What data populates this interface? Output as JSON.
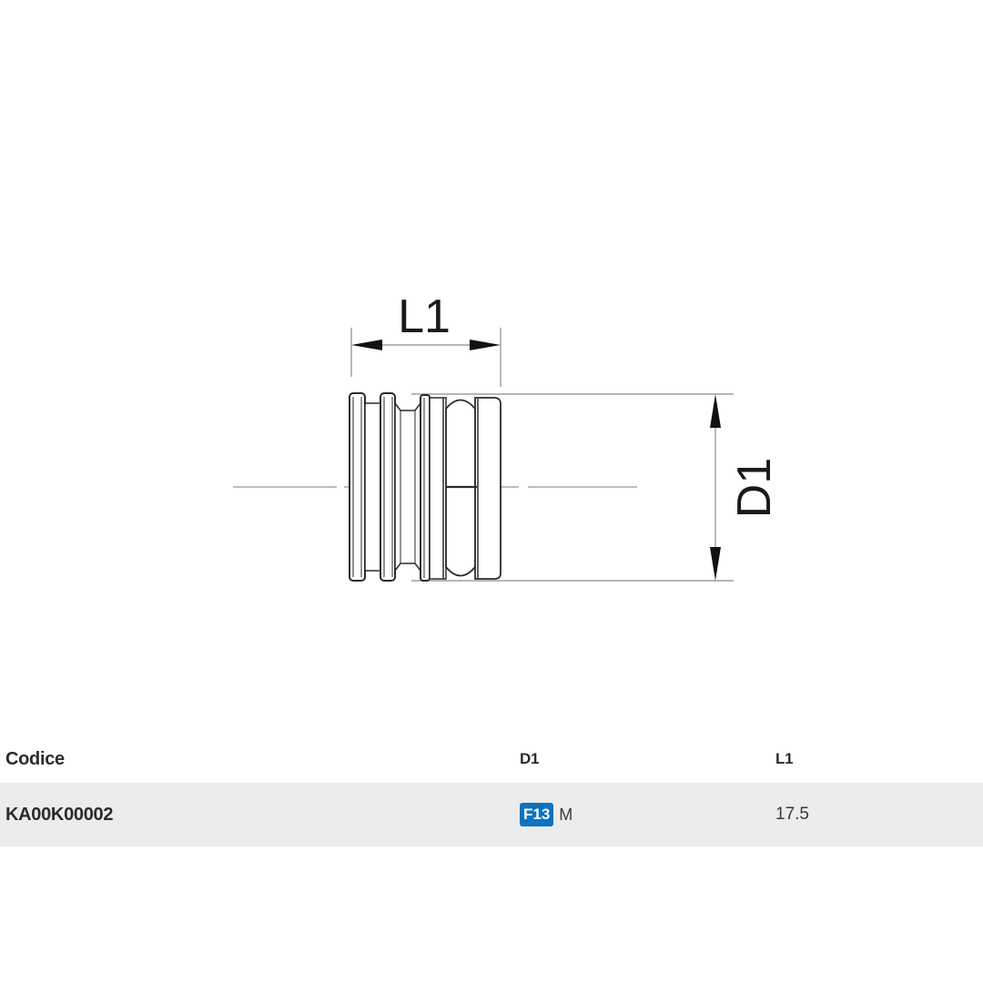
{
  "drawing": {
    "dimension_length_label": "L1",
    "dimension_diameter_label": "D1",
    "line_color": "#2a2a2a",
    "dim_line_color": "#8a8a8a"
  },
  "table": {
    "headers": {
      "code": "Codice",
      "d1": "D1",
      "l1": "L1"
    },
    "rows": [
      {
        "code": "KA00K00002",
        "d1_badge": "F13",
        "d1_suffix": "M",
        "l1": "17.5"
      }
    ],
    "row_bg": "#ececec",
    "badge_color": "#0d72c0"
  }
}
